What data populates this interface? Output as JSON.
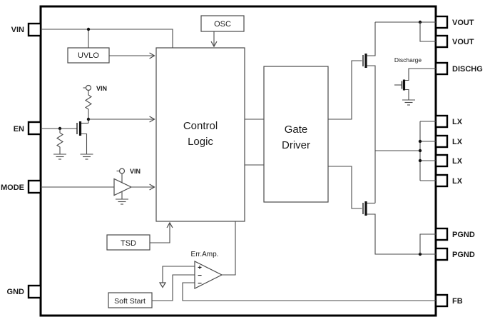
{
  "diagram": {
    "background": "#ffffff",
    "line_color": "#4a4a4a",
    "border_color": "#000000"
  },
  "pins": {
    "left": [
      {
        "label": "VIN"
      },
      {
        "label": "EN"
      },
      {
        "label": "MODE"
      },
      {
        "label": "GND"
      }
    ],
    "right": [
      {
        "label": "VOUT"
      },
      {
        "label": "VOUT"
      },
      {
        "label": "DISCHG"
      },
      {
        "label": "LX"
      },
      {
        "label": "LX"
      },
      {
        "label": "LX"
      },
      {
        "label": "LX"
      },
      {
        "label": "PGND"
      },
      {
        "label": "PGND"
      },
      {
        "label": "FB"
      }
    ]
  },
  "blocks": {
    "osc": "OSC",
    "uvlo": "UVLO",
    "control_logic": {
      "line1": "Control",
      "line2": "Logic"
    },
    "gate_driver": {
      "line1": "Gate",
      "line2": "Driver"
    },
    "tsd": "TSD",
    "soft_start": "Soft Start",
    "err_amp_label": "Err.Amp.",
    "discharge_label": "Discharge"
  },
  "annotations": {
    "en_pullup_supply": "VIN",
    "mode_buffer_supply": "VIN",
    "err_amp_plus": "+",
    "err_amp_minus_mid": "−",
    "err_amp_minus_bot": "−"
  }
}
